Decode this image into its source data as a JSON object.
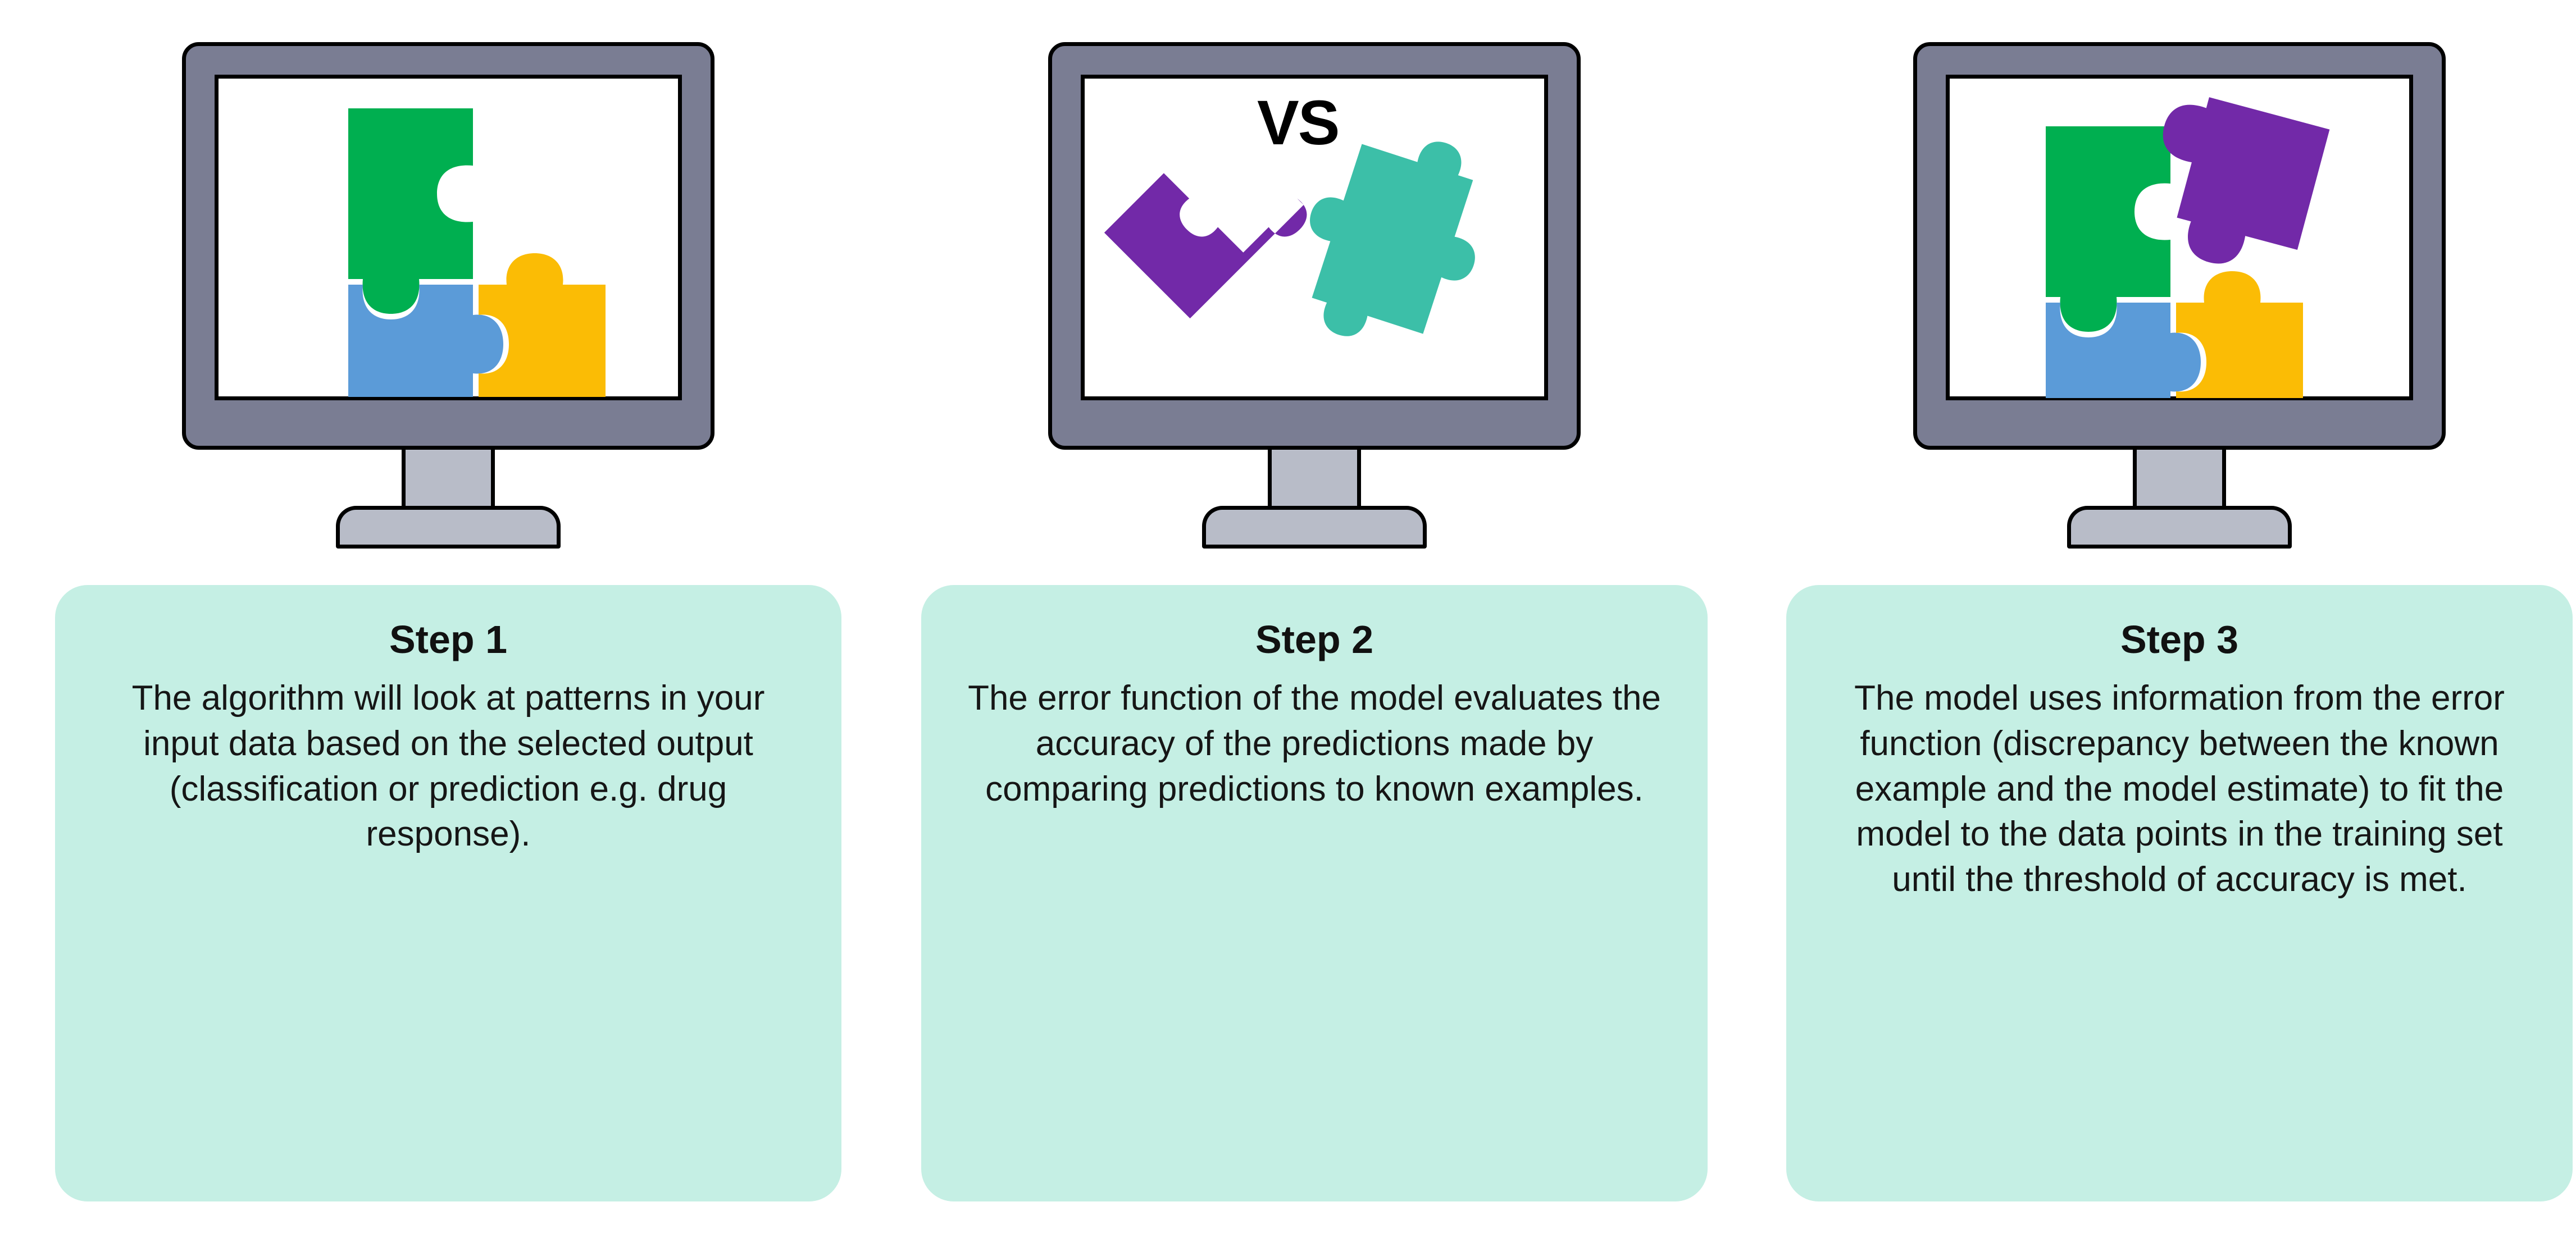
{
  "page": {
    "background_color": "#ffffff",
    "title": "Machine learning model training steps"
  },
  "palette": {
    "card_background": "#c5efe4",
    "monitor_bezel": "#7a7d93",
    "monitor_stand": "#b8bcc8",
    "screen_background": "#ffffff",
    "outline": "#000000",
    "puzzle_green": "#00af50",
    "puzzle_blue": "#5b9bd8",
    "puzzle_yellow": "#fbbc05",
    "puzzle_purple": "#7229a8",
    "puzzle_teal": "#3cbfa8",
    "text": "#111111"
  },
  "steps": [
    {
      "id": "step-1",
      "title": "Step 1",
      "body": "The algorithm will look at patterns in your input data based on the selected output (classification or prediction e.g. drug response).",
      "illustration": {
        "name": "monitor-puzzle-three-pieces",
        "description": "Computer monitor showing three interlocking puzzle pieces with one corner missing",
        "pieces": [
          "green",
          "blue",
          "yellow"
        ]
      }
    },
    {
      "id": "step-2",
      "title": "Step 2",
      "body": "The error function of the model evaluates the accuracy of the predictions made by comparing predictions to known examples.",
      "illustration": {
        "name": "monitor-puzzle-versus",
        "description": "Computer monitor showing a purple puzzle piece and a teal puzzle piece separated by the word VS",
        "pieces": [
          "purple",
          "teal"
        ],
        "vs_label": "VS"
      }
    },
    {
      "id": "step-3",
      "title": "Step 3",
      "body": "The model uses information from the error function (discrepancy between the known example and the model estimate) to fit the model to the data points in the training set until the threshold of accuracy is met.",
      "illustration": {
        "name": "monitor-puzzle-completing",
        "description": "Computer monitor showing three interlocking puzzle pieces with a tilted purple piece being fitted into the empty corner",
        "pieces": [
          "green",
          "blue",
          "yellow",
          "purple"
        ]
      }
    }
  ]
}
